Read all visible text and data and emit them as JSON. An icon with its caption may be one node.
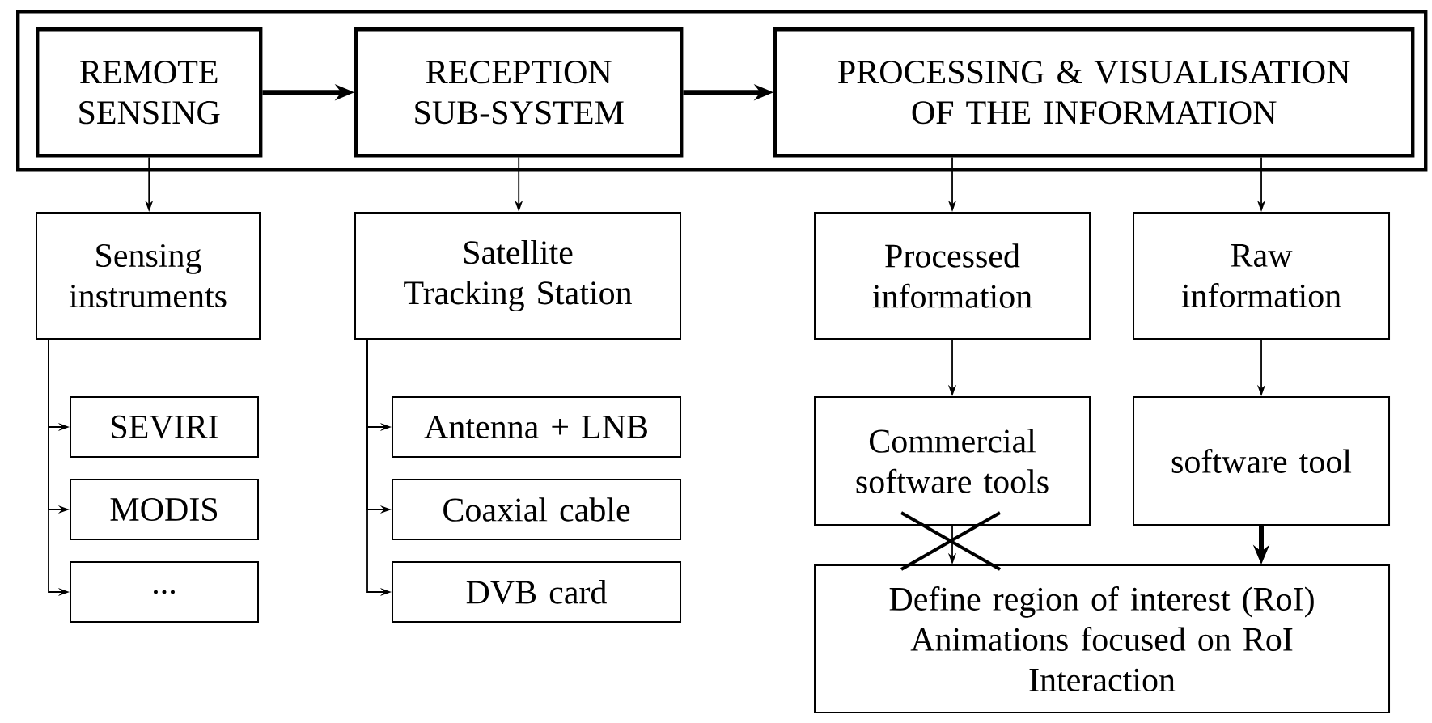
{
  "diagram": {
    "nodes": [
      {
        "text": [],
        "shape": "box"
      },
      {
        "text": [
          "REMOTE SENSING"
        ],
        "in": 0
      },
      {
        "text": [
          "RECEPTION SUB-SYSTEM"
        ],
        "in": 0
      },
      {
        "text": [
          "PROCESSING & VISUALISATION OF THE INFORMATION"
        ],
        "in": 0
      },
      {
        "text": [
          "Sensing instruments"
        ]
      },
      {
        "text": [
          "Satellite Tracking Station"
        ]
      },
      {
        "text": [
          "Processed information"
        ]
      },
      {
        "text": [
          "Raw information"
        ]
      },
      {
        "text": [
          "SEVIRI"
        ]
      },
      {
        "text": [
          "MODIS"
        ]
      },
      {
        "text": [
          "..."
        ]
      },
      {
        "text": [
          "Antenna + LNB"
        ]
      },
      {
        "text": [
          "Coaxial cable"
        ]
      },
      {
        "text": [
          "DVB card"
        ]
      },
      {
        "text": [
          "Commercial software tools"
        ]
      },
      {
        "text": [
          "software tool"
        ]
      },
      {
        "text": [
          "Define region of interest (RoI)",
          "Animations focused on RoI",
          "Interaction"
        ]
      }
    ],
    "edges": [
      {
        "from": 1,
        "to": 2,
        "arrow": "to",
        "style": "thick"
      },
      {
        "from": 2,
        "to": 3,
        "arrow": "to",
        "style": "thick"
      },
      {
        "from": 1,
        "to": 4,
        "arrow": "to"
      },
      {
        "from": 2,
        "to": 5,
        "arrow": "to"
      },
      {
        "from": 3,
        "to": 6,
        "arrow": "to"
      },
      {
        "from": 3,
        "to": 7,
        "arrow": "to"
      },
      {
        "from": 4,
        "to": 8,
        "arrow": "to"
      },
      {
        "from": 4,
        "to": 9,
        "arrow": "to"
      },
      {
        "from": 4,
        "to": 10,
        "arrow": "to"
      },
      {
        "from": 5,
        "to": 11,
        "arrow": "to"
      },
      {
        "from": 5,
        "to": 12,
        "arrow": "to"
      },
      {
        "from": 5,
        "to": 13,
        "arrow": "to"
      },
      {
        "from": 6,
        "to": 14,
        "arrow": "to"
      },
      {
        "from": 7,
        "to": 15,
        "arrow": "to"
      },
      {
        "from": 14,
        "to": 16,
        "arrow": "to"
      },
      {
        "from": 15,
        "to": 16,
        "arrow": "to",
        "style": "thick"
      }
    ]
  }
}
